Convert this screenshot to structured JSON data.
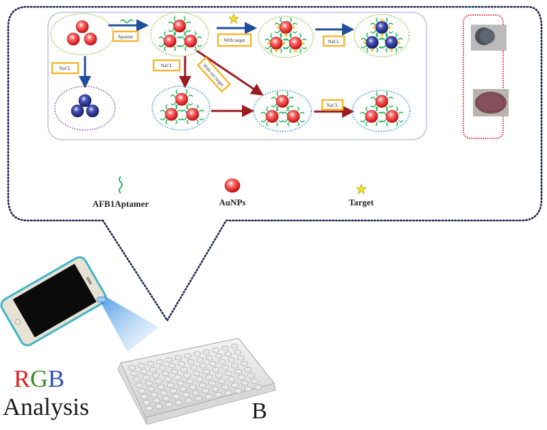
{
  "diagram": {
    "process_labels": {
      "aptamer": "Apamer",
      "nacl_left": "NaCL",
      "nacl_mid": "NaCL",
      "with_target": "With target",
      "without_target": "With out target",
      "nacl_top_right": "NaCL",
      "nacl_bottom_right": "NaCL"
    },
    "legend": [
      {
        "icon": "aptamer-strand-icon",
        "label": "AFB1Aptamer"
      },
      {
        "icon": "gold-nanoparticle-icon",
        "label": "AuNPs"
      },
      {
        "icon": "star-icon",
        "label": "Target"
      }
    ],
    "rgb_label": {
      "r": "R",
      "g": "G",
      "b": "B"
    },
    "analysis_label": "Analysis",
    "panel_label": "B",
    "colors": {
      "callout_border": "#1b2550",
      "inner_panel_border": "#9aa6c8",
      "green_circle": "#8cbf3f",
      "blue_circle": "#2a8fdc",
      "purple_circle": "#8a3ea8",
      "red_dashed_box": "#e4232b",
      "arrow_blue": "#1f4e9a",
      "arrow_red": "#9b1b22",
      "label_box": "#f6b52a",
      "aunp_red": "#e21b1b",
      "aunp_blue": "#1f2a8a",
      "aptamer_green": "#19b34f",
      "target_yellow": "#f3e21b",
      "rgb_r": "#e0201f",
      "rgb_g": "#3a8a2a",
      "rgb_b": "#2a4fbf"
    }
  }
}
